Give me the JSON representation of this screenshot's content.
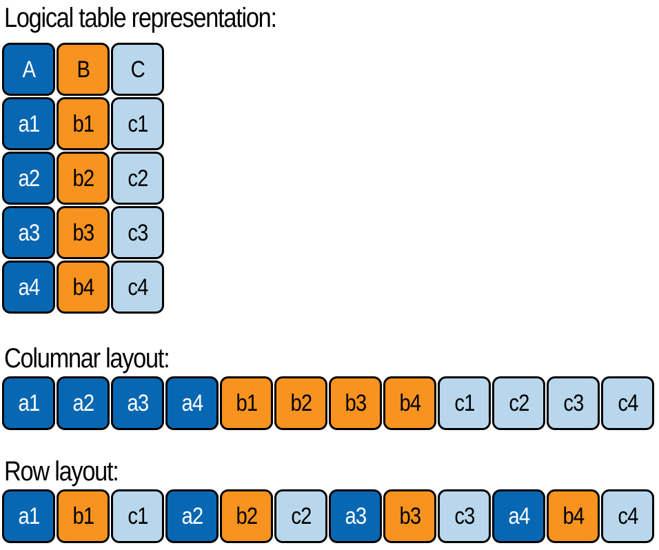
{
  "headings": {
    "logical": "Logical table representation:",
    "columnar": "Columnar layout:",
    "row": "Row layout:"
  },
  "colors": {
    "column_a": "#0867b2",
    "column_b": "#f7931e",
    "column_c": "#b9d7ec",
    "border": "#000000"
  },
  "logical_table": {
    "header": [
      {
        "label": "A",
        "column": "a"
      },
      {
        "label": "B",
        "column": "b"
      },
      {
        "label": "C",
        "column": "c"
      }
    ],
    "rows": [
      [
        {
          "label": "a1",
          "column": "a"
        },
        {
          "label": "b1",
          "column": "b"
        },
        {
          "label": "c1",
          "column": "c"
        }
      ],
      [
        {
          "label": "a2",
          "column": "a"
        },
        {
          "label": "b2",
          "column": "b"
        },
        {
          "label": "c2",
          "column": "c"
        }
      ],
      [
        {
          "label": "a3",
          "column": "a"
        },
        {
          "label": "b3",
          "column": "b"
        },
        {
          "label": "c3",
          "column": "c"
        }
      ],
      [
        {
          "label": "a4",
          "column": "a"
        },
        {
          "label": "b4",
          "column": "b"
        },
        {
          "label": "c4",
          "column": "c"
        }
      ]
    ]
  },
  "columnar_layout": [
    {
      "label": "a1",
      "column": "a"
    },
    {
      "label": "a2",
      "column": "a"
    },
    {
      "label": "a3",
      "column": "a"
    },
    {
      "label": "a4",
      "column": "a"
    },
    {
      "label": "b1",
      "column": "b"
    },
    {
      "label": "b2",
      "column": "b"
    },
    {
      "label": "b3",
      "column": "b"
    },
    {
      "label": "b4",
      "column": "b"
    },
    {
      "label": "c1",
      "column": "c"
    },
    {
      "label": "c2",
      "column": "c"
    },
    {
      "label": "c3",
      "column": "c"
    },
    {
      "label": "c4",
      "column": "c"
    }
  ],
  "row_layout": [
    {
      "label": "a1",
      "column": "a"
    },
    {
      "label": "b1",
      "column": "b"
    },
    {
      "label": "c1",
      "column": "c"
    },
    {
      "label": "a2",
      "column": "a"
    },
    {
      "label": "b2",
      "column": "b"
    },
    {
      "label": "c2",
      "column": "c"
    },
    {
      "label": "a3",
      "column": "a"
    },
    {
      "label": "b3",
      "column": "b"
    },
    {
      "label": "c3",
      "column": "c"
    },
    {
      "label": "a4",
      "column": "a"
    },
    {
      "label": "b4",
      "column": "b"
    },
    {
      "label": "c4",
      "column": "c"
    }
  ]
}
